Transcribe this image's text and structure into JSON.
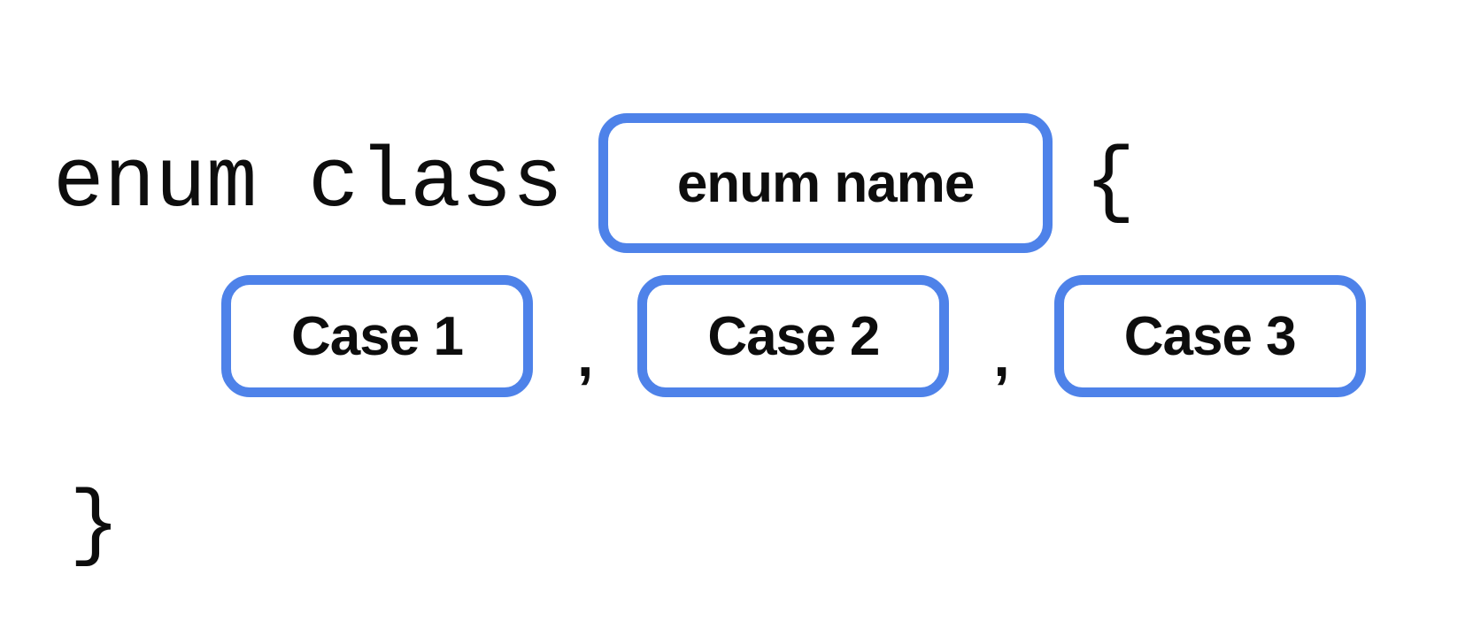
{
  "diagram": {
    "description": "enum class declaration syntax diagram",
    "keyword": "enum class",
    "open_brace": "{",
    "close_brace": "}",
    "separator": ",",
    "enum_name_placeholder": "enum name",
    "cases": [
      "Case 1",
      "Case 2",
      "Case 3"
    ],
    "colors": {
      "slot_border": "#4e82e9",
      "text": "#0d0d0d",
      "background": "#ffffff"
    }
  }
}
